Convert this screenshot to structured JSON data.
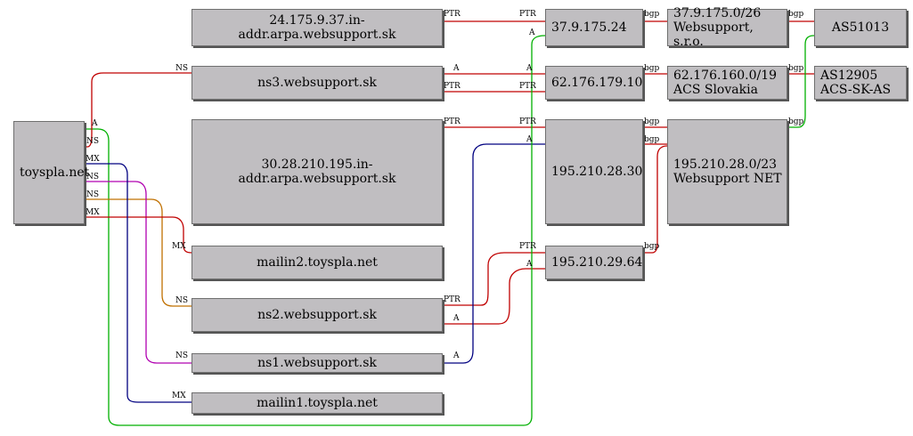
{
  "nodes": {
    "toyspla": "toyspla.net",
    "arpa37": "24.175.9.37.in-addr.arpa.websupport.sk",
    "ns3": "ns3.websupport.sk",
    "arpa30": "30.28.210.195.in-addr.arpa.websupport.sk",
    "mailin2": "mailin2.toyspla.net",
    "ns2": "ns2.websupport.sk",
    "ns1": "ns1.websupport.sk",
    "mailin1": "mailin1.toyspla.net",
    "ip37": "37.9.175.24",
    "ip62": "62.176.179.10",
    "ip195a": "195.210.28.30",
    "ip195b": "195.210.29.64",
    "net37_l1": "37.9.175.0/26",
    "net37_l2": "Websupport, s.r.o.",
    "net62_l1": "62.176.160.0/19",
    "net62_l2": "ACS Slovakia",
    "net195_l1": "195.210.28.0/23",
    "net195_l2": "Websupport NET",
    "as51013": "AS51013",
    "as12905_l1": "AS12905",
    "as12905_l2": "ACS-SK-AS"
  },
  "edge_labels": {
    "ptr": "PTR",
    "ns": "NS",
    "a": "A",
    "mx": "MX",
    "bgp": "bgp"
  },
  "colors": {
    "ptr": "#c00000",
    "a_red": "#c00000",
    "ns_red": "#c00000",
    "mx_red": "#c00000",
    "a_green": "#00b000",
    "mx_navy": "#000080",
    "ns_magenta": "#b000b0",
    "ns_orange": "#c07000",
    "a_navy": "#000080",
    "bgp_green": "#00b000"
  }
}
